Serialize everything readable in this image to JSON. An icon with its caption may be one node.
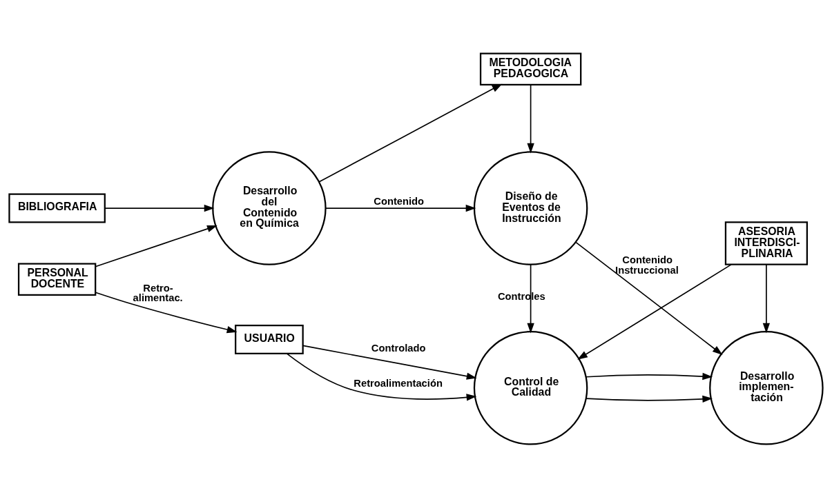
{
  "diagram": {
    "nodes": [
      {
        "text": [
          "METODOLOGIA PEDAGOGICA"
        ]
      },
      {
        "text": [
          "BIBLIOGRAFIA"
        ]
      },
      {
        "text": [
          "Desarrollo del Contenido en Química"
        ]
      },
      {
        "text": [
          "Diseño de Eventos de Instrucción"
        ]
      },
      {
        "text": [
          "Desarrollo implemen- tación"
        ]
      },
      {
        "text": [
          "PERSONAL DOCENTE"
        ]
      },
      {
        "text": [
          "USUARIO"
        ]
      },
      {
        "text": [
          "Control de Calidad"
        ]
      },
      {
        "text": [
          "ASESORIA INTERDISCI- PLINARIA"
        ]
      }
    ],
    "edges": [
      {
        "from": 2,
        "to": 0,
        "arrow": "to"
      },
      {
        "from": 0,
        "to": 3,
        "arrow": "to"
      },
      {
        "from": 2,
        "to": 3,
        "arrow": "to",
        "label": "Contenido"
      },
      {
        "from": 1,
        "to": 2,
        "arrow": "to"
      },
      {
        "from": 5,
        "to": 2,
        "arrow": "to"
      },
      {
        "from": 3,
        "to": 4,
        "arrow": "to",
        "label": "Contenido Instruccional"
      },
      {
        "from": 3,
        "to": 7,
        "arrow": "to",
        "label": "Controles"
      },
      {
        "from": 7,
        "to": 4,
        "arrow": "to"
      },
      {
        "from": 7,
        "to": 4,
        "arrow": "to"
      },
      {
        "from": 8,
        "to": 4,
        "arrow": "to"
      },
      {
        "from": 8,
        "to": 7,
        "arrow": "to"
      },
      {
        "from": 5,
        "to": 6,
        "arrow": "to",
        "label": "Retro- alimentac."
      },
      {
        "from": 6,
        "to": 7,
        "arrow": "to",
        "label": "Controlado"
      },
      {
        "from": 6,
        "to": 7,
        "arrow": "to",
        "label": "Retroalimentación"
      }
    ]
  }
}
